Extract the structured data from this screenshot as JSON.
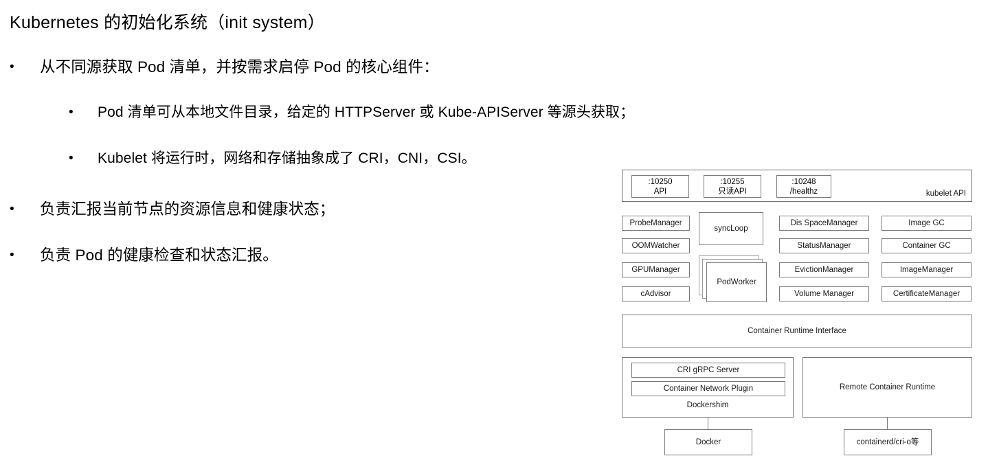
{
  "slide": {
    "title": "Kubernetes 的初始化系统（init system）",
    "bullets": [
      {
        "level": 1,
        "marker": "•",
        "text": "从不同源获取 Pod 清单，并按需求启停 Pod 的核心组件："
      },
      {
        "level": 2,
        "marker": "•",
        "text": "Pod 清单可从本地文件目录，给定的 HTTPServer 或 Kube-APIServer 等源头获取；"
      },
      {
        "level": 2,
        "marker": "•",
        "text": "Kubelet 将运行时，网络和存储抽象成了 CRI，CNI，CSI。"
      },
      {
        "level": 1,
        "marker": "•",
        "text": "负责汇报当前节点的资源信息和健康状态；"
      },
      {
        "level": 1,
        "marker": "•",
        "text": "负责 Pod 的健康检查和状态汇报。"
      }
    ]
  },
  "diagram": {
    "api_band": {
      "label": "kubelet API",
      "ports": [
        {
          "port": ":10250",
          "name": "API"
        },
        {
          "port": ":10255",
          "name": "只读API"
        },
        {
          "port": ":10248",
          "name": "/healthz"
        }
      ]
    },
    "column1": [
      "ProbeManager",
      "OOMWatcher",
      "GPUManager",
      "cAdvisor"
    ],
    "column2": {
      "sync_loop": "syncLoop",
      "pod_worker": "PodWorker"
    },
    "column3": [
      "Dis  SpaceManager",
      "StatusManager",
      "EvictionManager",
      "Volume Manager"
    ],
    "column4": [
      "Image GC",
      "Container GC",
      "ImageManager",
      "CertificateManager"
    ],
    "cri_band": "Container Runtime Interface",
    "dockershim": {
      "label": "Dockershim",
      "inner": [
        "CRI gRPC Server",
        "Container Network Plugin"
      ]
    },
    "remote_runtime": "Remote Container Runtime",
    "leaves": {
      "docker": "Docker",
      "containerd": "containerd/cri-o等"
    }
  },
  "colors": {
    "background": "#ffffff",
    "text": "#000000",
    "diagram_text": "#1a1a1a",
    "box_border": "#7a7a7a",
    "stack_border": "#9a9a9a"
  }
}
